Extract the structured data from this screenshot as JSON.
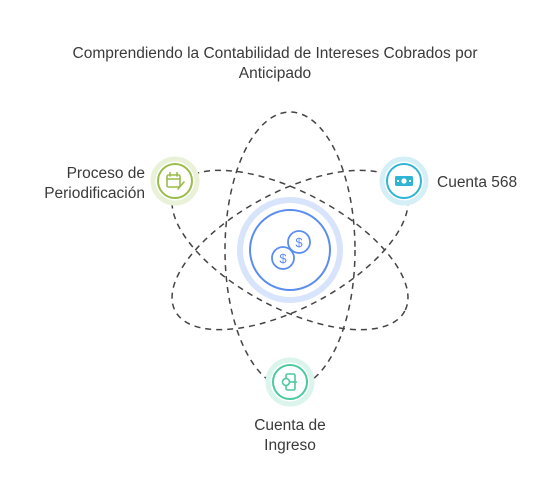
{
  "title": {
    "line1": "Comprendiendo la Contabilidad de Intereses Cobrados por",
    "line2": "Anticipado"
  },
  "nodes": {
    "center": {
      "icon": "dollar-coins-icon",
      "color": "#5b8def"
    },
    "left": {
      "label_line1": "Proceso de",
      "label_line2": "Periodificación",
      "icon": "calendar-edit-icon",
      "color": "#9bbd4a"
    },
    "right": {
      "label": "Cuenta 568",
      "icon": "banknote-icon",
      "color": "#2fb4d6"
    },
    "bottom": {
      "label_line1": "Cuenta de",
      "label_line2": "Ingreso",
      "icon": "income-transfer-icon",
      "color": "#4dc9a0"
    }
  }
}
